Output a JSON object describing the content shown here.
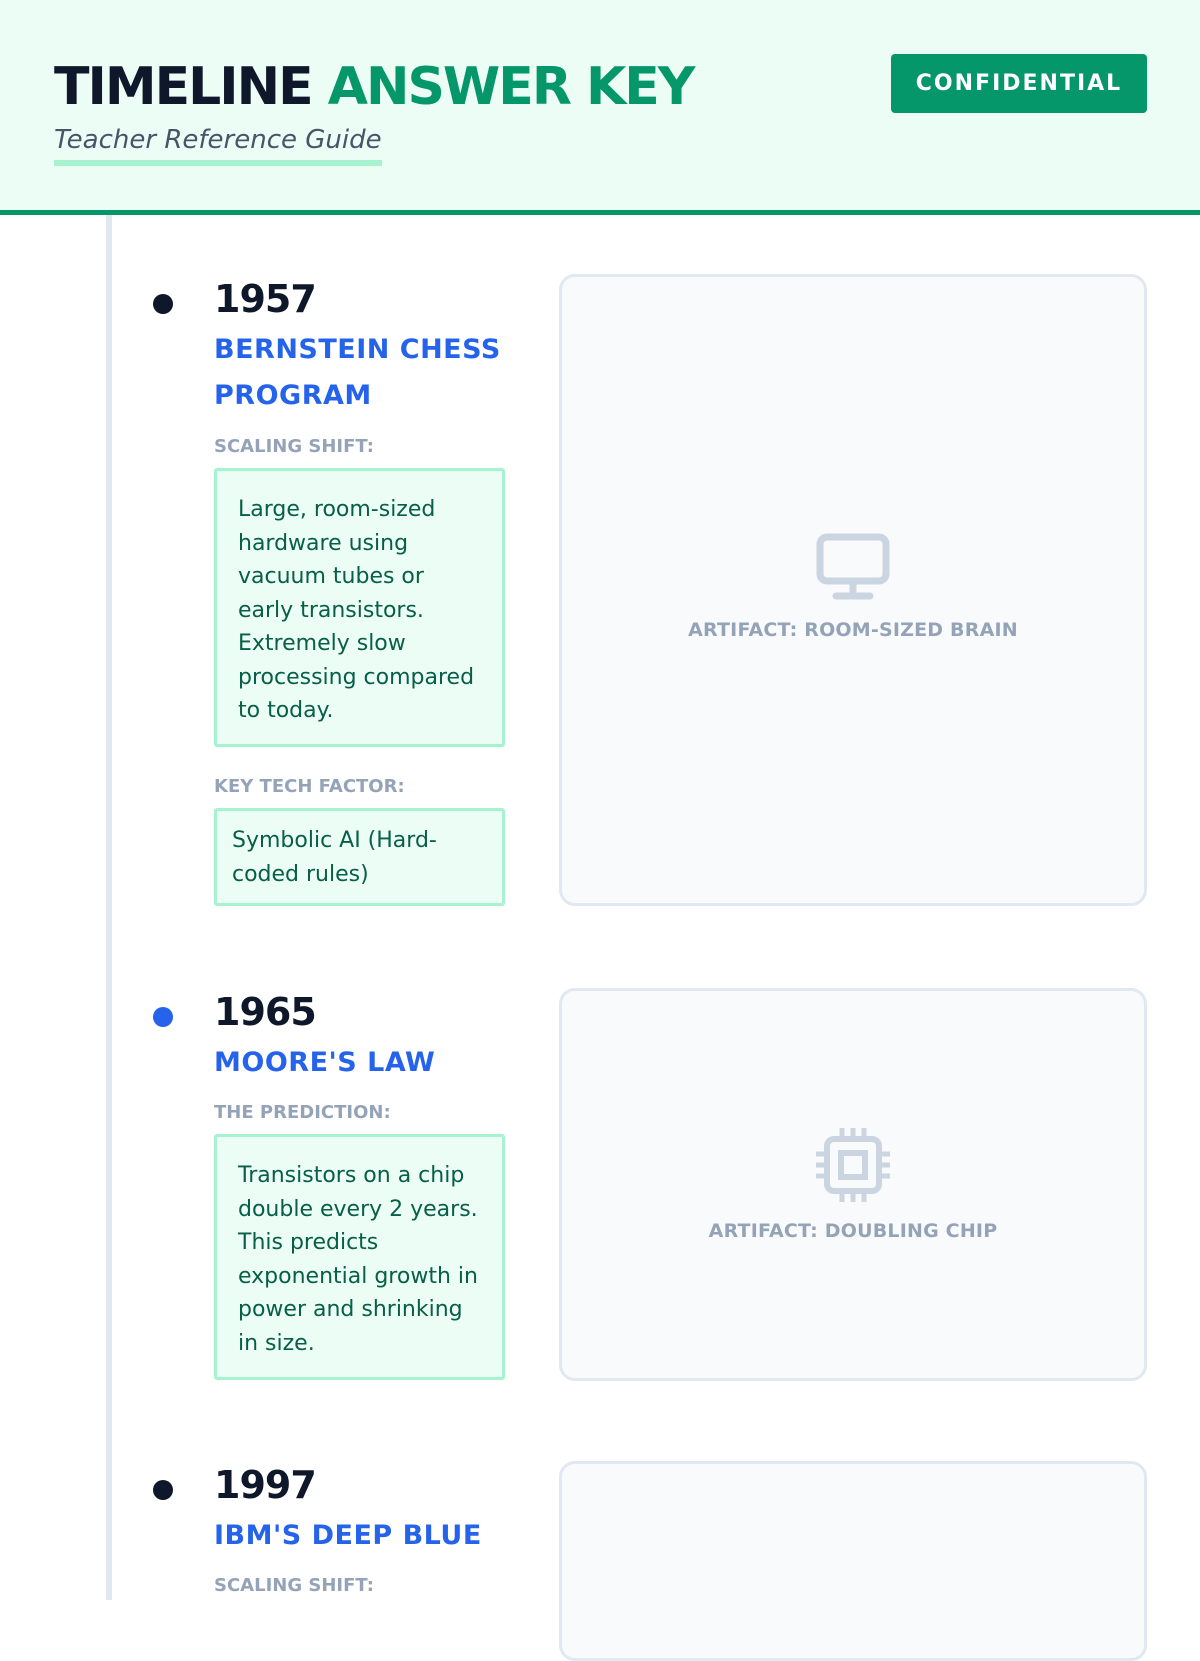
{
  "header": {
    "title_part1": "TIMELINE",
    "title_part2": "ANSWER KEY",
    "subtitle": "Teacher Reference Guide",
    "badge": "CONFIDENTIAL"
  },
  "colors": {
    "accent_green": "#059669",
    "accent_blue": "#2563eb",
    "header_bg": "#ecfdf5",
    "answer_bg": "#ecfdf5",
    "answer_border": "#a7f3d0",
    "dark": "#0f172a"
  },
  "entries": [
    {
      "year": "1957",
      "event": "BERNSTEIN CHESS PROGRAM",
      "fields": [
        {
          "label": "SCALING SHIFT:",
          "answer": "Large, room-sized hardware using vacuum tubes or early transistors. Extremely slow processing compared to today."
        },
        {
          "label": "KEY TECH FACTOR:",
          "answer": "Symbolic AI (Hard-coded rules)"
        }
      ],
      "artifact": {
        "icon": "monitor-icon",
        "label": "ARTIFACT: ROOM-SIZED BRAIN"
      }
    },
    {
      "year": "1965",
      "event": "MOORE'S LAW",
      "fields": [
        {
          "label": "THE PREDICTION:",
          "answer": "Transistors on a chip double every 2 years. This predicts exponential growth in power and shrinking in size."
        }
      ],
      "artifact": {
        "icon": "chip-icon",
        "label": "ARTIFACT: DOUBLING CHIP"
      }
    },
    {
      "year": "1997",
      "event": "IBM'S DEEP BLUE",
      "fields": [
        {
          "label": "SCALING SHIFT:"
        }
      ]
    }
  ]
}
